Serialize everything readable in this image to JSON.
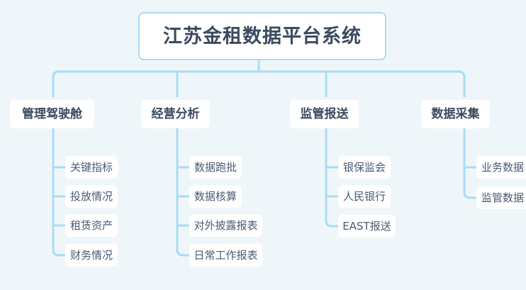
{
  "theme": {
    "background": "#eff6fa",
    "node_fill": "#ffffff",
    "root_border": "#a9dcf4",
    "connector": "#a9dcf4",
    "text_dark": "#3b4a5f",
    "text_leaf": "#4a5b73"
  },
  "diagram": {
    "type": "org-tree",
    "title": "江苏金租数据平台系统",
    "root": {
      "label": "江苏金租数据平台系统"
    },
    "branches": [
      {
        "label": "管理驾驶舱",
        "children": [
          {
            "label": "关键指标"
          },
          {
            "label": "投放情况"
          },
          {
            "label": "租赁资产"
          },
          {
            "label": "财务情况"
          }
        ]
      },
      {
        "label": "经营分析",
        "children": [
          {
            "label": "数据跑批"
          },
          {
            "label": "数据核算"
          },
          {
            "label": "对外披露报表"
          },
          {
            "label": "日常工作报表"
          }
        ]
      },
      {
        "label": "监管报送",
        "children": [
          {
            "label": "银保监会"
          },
          {
            "label": "人民银行"
          },
          {
            "label": "EAST报送"
          }
        ]
      },
      {
        "label": "数据采集",
        "children": [
          {
            "label": "业务数据"
          },
          {
            "label": "监管数据"
          }
        ]
      }
    ]
  }
}
